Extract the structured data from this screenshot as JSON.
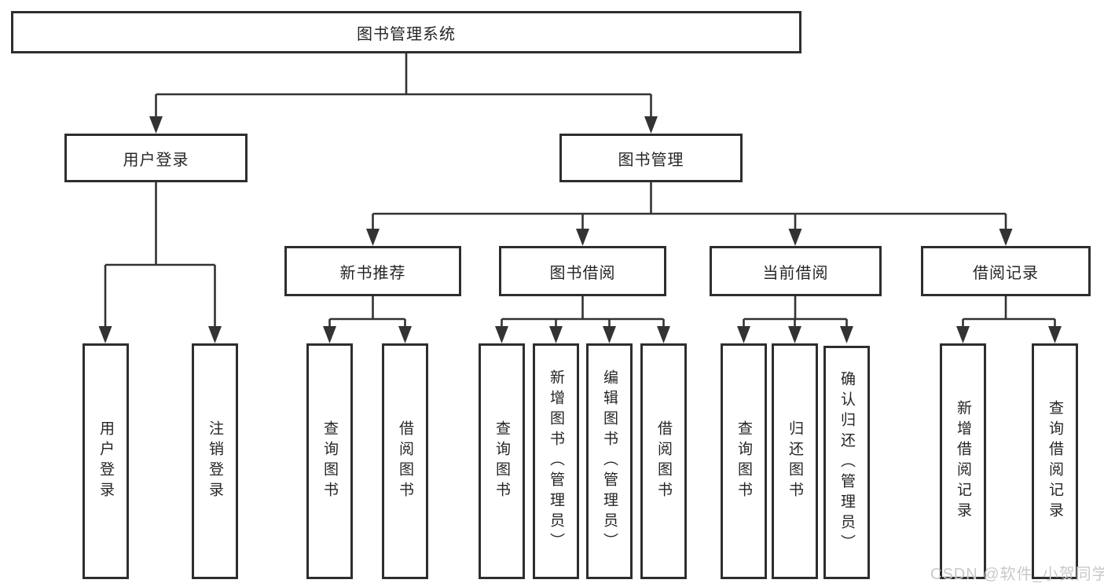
{
  "diagram": {
    "watermark": "CSDN @软件_小贺同学",
    "colors": {
      "line": "#333333",
      "box_border": "#2e2e2e",
      "box_background": "#ffffff",
      "text": "#262626",
      "watermark": "#c9c9c9"
    },
    "nodes": {
      "root": {
        "label": "图书管理系统"
      },
      "user_login": {
        "label": "用户登录"
      },
      "book_mgmt": {
        "label": "图书管理"
      },
      "new_book_rec": {
        "label": "新书推荐"
      },
      "book_borrow": {
        "label": "图书借阅"
      },
      "current_borrow": {
        "label": "当前借阅"
      },
      "borrow_record": {
        "label": "借阅记录"
      },
      "leaf_user_login": {
        "label": "用户登录"
      },
      "leaf_logout": {
        "label": "注销登录"
      },
      "leaf_query_book_rec": {
        "label": "查询图书"
      },
      "leaf_borrow_book_rec": {
        "label": "借阅图书"
      },
      "leaf_query_book_borrow": {
        "label": "查询图书"
      },
      "leaf_add_book_admin": {
        "label": "新增图书（管理员）"
      },
      "leaf_edit_book_admin": {
        "label": "编辑图书（管理员）"
      },
      "leaf_borrow_book_borrow": {
        "label": "借阅图书"
      },
      "leaf_query_book_current": {
        "label": "查询图书"
      },
      "leaf_return_book": {
        "label": "归还图书"
      },
      "leaf_confirm_return_admin": {
        "label": "确认归还（管理员）"
      },
      "leaf_add_borrow_record": {
        "label": "新增借阅记录"
      },
      "leaf_query_borrow_record": {
        "label": "查询借阅记录"
      }
    }
  }
}
